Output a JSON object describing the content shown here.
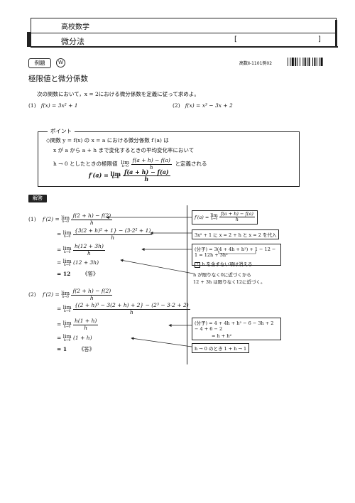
{
  "header": {
    "subject": "高校数学",
    "unit": "微分法",
    "bracket_left": "[",
    "bracket_right": "]",
    "doc_code": "高数Ⅱ-1101例02"
  },
  "badges": {
    "example": "例題",
    "level": "W",
    "answer": "解答"
  },
  "section_title": "極限値と微分係数",
  "problem": {
    "statement": "次の関数において，x = 2における微分係数を定義に従って求めよ。",
    "item1_no": "(1)",
    "item1": "f(x) = 3x² + 1",
    "item2_no": "(2)",
    "item2": "f(x) = x³ − 3x + 2"
  },
  "point": {
    "label": "ポイント",
    "line1": "◇関数 y = f(x) の x = a における微分係数 f′(a) は",
    "line2": "x が a から a + h まで変化するときの平均変化率において",
    "line3a": "h → 0 としたときの極限値",
    "line3_lim": "lim",
    "line3_sub": "h→0",
    "line3_num": "f(a + h) − f(a)",
    "line3_den": "h",
    "line3b": "と定義される",
    "deriv_lhs": "f′(a) =",
    "deriv_lim": "lim",
    "deriv_sub": "h→0",
    "deriv_num": "f(a + h) − f(a)",
    "deriv_den": "h"
  },
  "solution1": {
    "no": "(1)",
    "lhs": "f′(2) =",
    "lim": "lim",
    "sub": "h→0",
    "s1_num": "f(2 + h) − f(2)",
    "s1_den": "h",
    "s2_num": "{3(2 + h)² + 1} − (3·2² + 1)",
    "s2_den": "h",
    "s3_num": "h(12 + 3h)",
    "s3_den": "h",
    "s4": "(12 + 3h)",
    "s5": "12",
    "answer_mark": "《答》"
  },
  "solution2": {
    "no": "(2)",
    "lhs": "f′(2) =",
    "lim": "lim",
    "sub": "h→0",
    "s1_num": "f(2 + h) − f(2)",
    "s1_den": "h",
    "s2_num": "{(2 + h)³ − 3(2 + h) + 2} − (2³ − 3·2 + 2)",
    "s2_den": "h",
    "s3_num": "h(1 + h)",
    "s3_den": "h",
    "s4": "(1 + h)",
    "s5": "1",
    "answer_mark": "《答》"
  },
  "notes": {
    "def_lhs": "f′(a) =",
    "def_lim": "lim",
    "def_sub": "h→0",
    "def_num": "f(a + h) − f(a)",
    "def_den": "h",
    "sub_note": "3x² + 1 に x = 2 + h と x = 2 を代入",
    "num1": "(分子) = 3(4 + 4h + h²) + 1 − 12 − 1 = 12h + 3h²",
    "cancel": "h を含まない項は消える",
    "cancel_mark": "!",
    "approach1": "h が限りなく0に近づくから",
    "approach2": "12 + 3h は限りなく12に近づく。",
    "num2a": "(分子) = 4 + 4h + h² − 6 − 3h + 2 − 4 + 6 − 2",
    "num2b": "= h + h²",
    "limit_note": "h → 0 のとき 1 + h → 1"
  }
}
